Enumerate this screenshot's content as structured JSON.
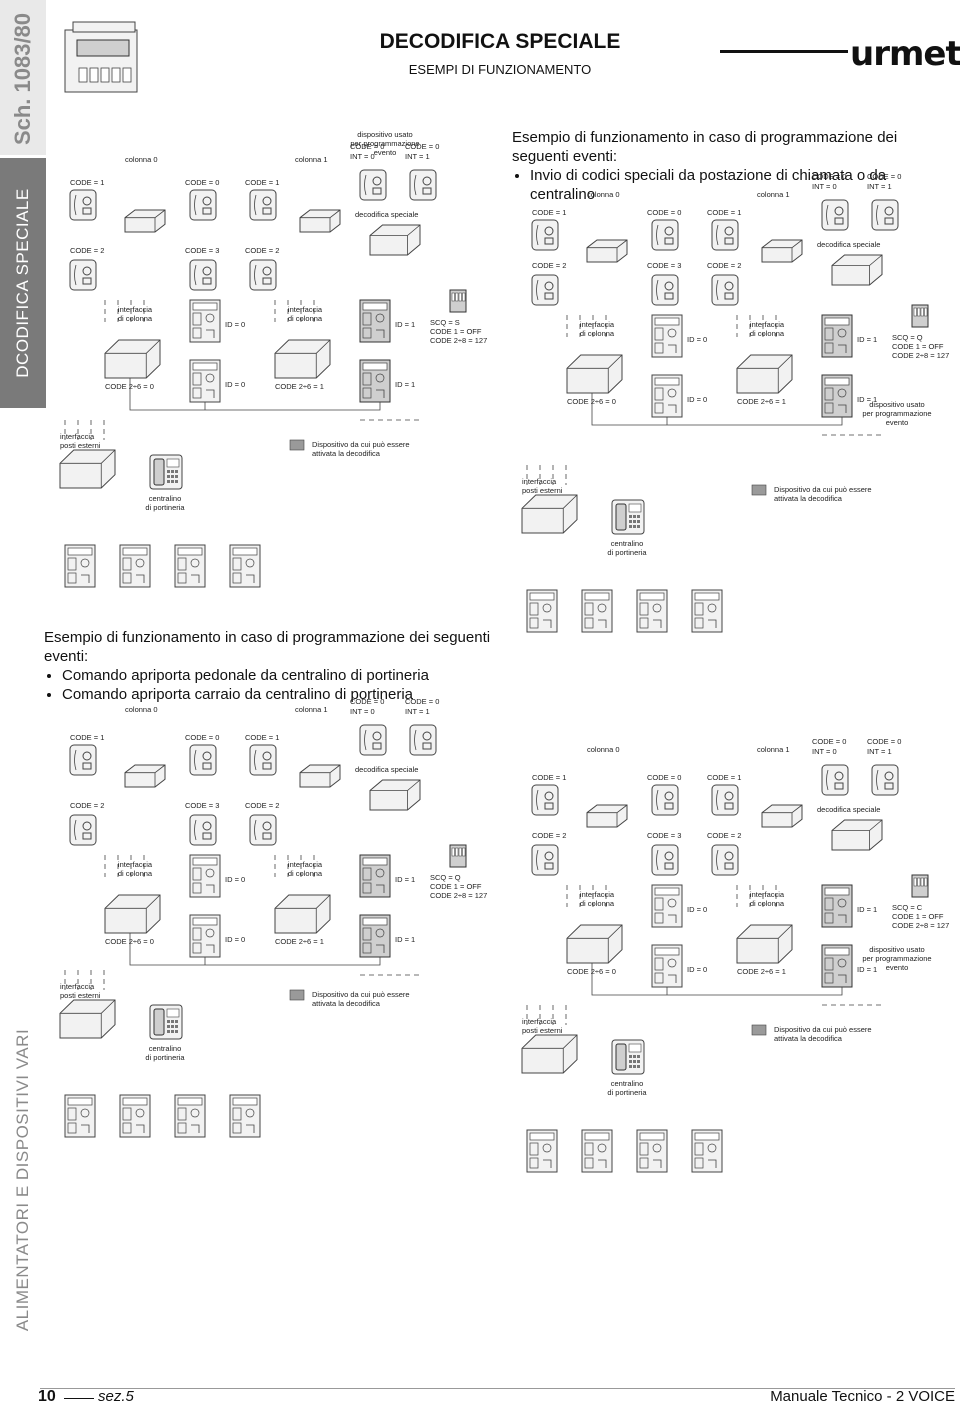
{
  "sidebar": {
    "doc_code": "Sch. 1083/80",
    "section_top": "DCODIFICA SPECIALE",
    "section_bottom": "ALIMENTATORI E DISPOSITIVI VARI"
  },
  "header": {
    "title": "DECODIFICA SPECIALE",
    "subtitle": "ESEMPI DI FUNZIONAMENTO",
    "brand": "urmet"
  },
  "intro_right_top": {
    "text": "Esempio di funzionamento in caso di programmazione dei seguenti eventi:",
    "bullets": [
      "Invio di codici speciali da postazione di chiamata o da centralino"
    ]
  },
  "intro_left_mid": {
    "text": "Esempio di funzionamento in caso di programmazione dei seguenti eventi:",
    "bullets": [
      "Comando apriporta pedonale da centralino di portineria",
      "Comando apriporta carraio da centralino di portineria"
    ]
  },
  "labels": {
    "colonna0": "colonna 0",
    "colonna1": "colonna 1",
    "code1": "CODE = 1",
    "code0": "CODE = 0",
    "code2": "CODE = 2",
    "code3": "CODE = 3",
    "id0": "ID = 0",
    "id1": "ID = 1",
    "int0": "INT = 0",
    "int1": "INT = 1",
    "interfaccia_colonna": "interfaccia\ndi colonna",
    "code26_0": "CODE 2÷6 = 0",
    "code26_1": "CODE 2÷6 = 1",
    "decodifica": "decodifica speciale",
    "dispositivo_usato": "dispositivo usato\nper programmazione\nevento",
    "scq_s": "SCQ = S",
    "scq_q": "SCQ = Q",
    "scq_c": "SCQ = C",
    "code1_off": "CODE 1 = OFF",
    "code28": "CODE 2÷8 = 127",
    "interfaccia_posti": "interfaccia\nposti esterni",
    "centralino": "centralino\ndi portineria",
    "dispositivo_attivata": "Dispositivo da cui può essere\nattivata la decodifica"
  },
  "footer": {
    "page": "10",
    "section": "sez.5",
    "manual": "Manuale Tecnico - 2 VOICE"
  },
  "colors": {
    "sidebar_dark": "#7a7a7a",
    "sidebar_light": "#e9e9e9",
    "legend_gray": "#9a9a9a"
  }
}
